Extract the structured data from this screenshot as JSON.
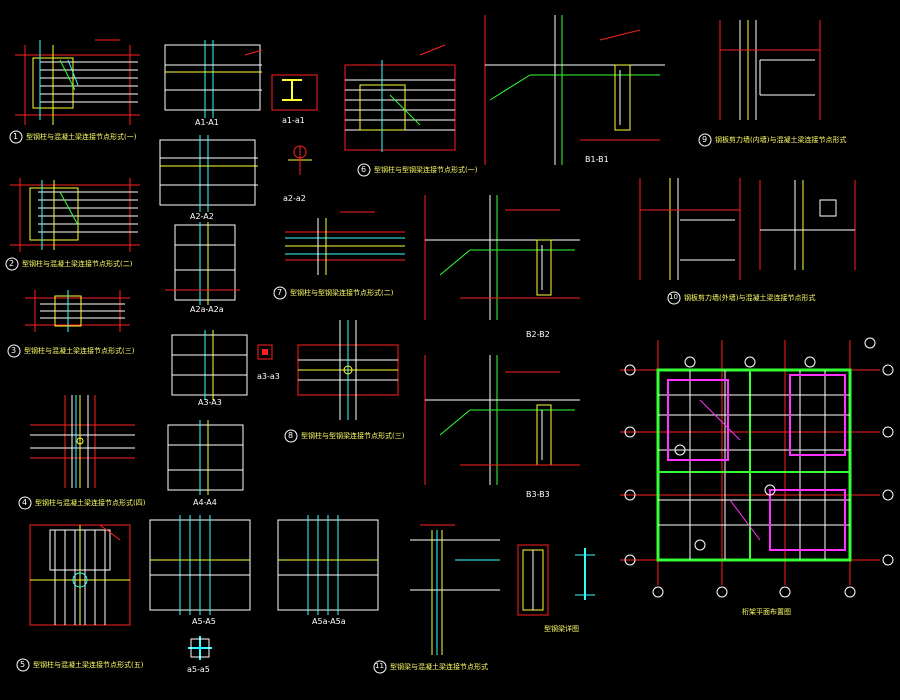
{
  "colors": {
    "background": "#000000",
    "red": "#ff2020",
    "yellow": "#ffff33",
    "cyan": "#33ffff",
    "white": "#ffffff",
    "green": "#33ff33",
    "magenta": "#ff33ff",
    "caption_text": "#ffff66"
  },
  "captions": {
    "d1": "型钢柱与混凝土梁连接节点形式(一)",
    "d2": "型钢柱与混凝土梁连接节点形式(二)",
    "d3": "型钢柱与混凝土梁连接节点形式(三)",
    "d4": "型钢柱与混凝土梁连接节点形式(四)",
    "d5": "型钢柱与混凝土梁连接节点形式(五)",
    "d6": "型钢柱与型钢梁连接节点形式(一)",
    "d7": "型钢柱与型钢梁连接节点形式(二)",
    "d8": "型钢柱与型钢梁连接节点形式(三)",
    "d9": "钢板剪力墙(内墙)与混凝土梁连接节点形式",
    "d10": "钢板剪力墙(外墙)与混凝土梁连接节点形式",
    "d11": "型钢梁与混凝土梁连接节点形式",
    "plan": "桁架平面布置图",
    "beam_detail": "型钢梁详图"
  },
  "circle_numbers": {
    "d1": "1",
    "d2": "2",
    "d3": "3",
    "d4": "4",
    "d5": "5",
    "d6": "6",
    "d7": "7",
    "d8": "8",
    "d9": "9",
    "d10": "10",
    "d11": "11"
  },
  "sections": {
    "a1": "A1-A1",
    "a1s": "a1-a1",
    "a2": "A2-A2",
    "a2s": "a2-a2",
    "a2a": "A2a-A2a",
    "a3": "A3-A3",
    "a3s": "a3-a3",
    "a4": "A4-A4",
    "a5": "A5-A5",
    "a5a": "A5a-A5a",
    "a5s": "a5-a5",
    "b1": "B1-B1",
    "b2": "B2-B2",
    "b3": "B3-B3"
  }
}
